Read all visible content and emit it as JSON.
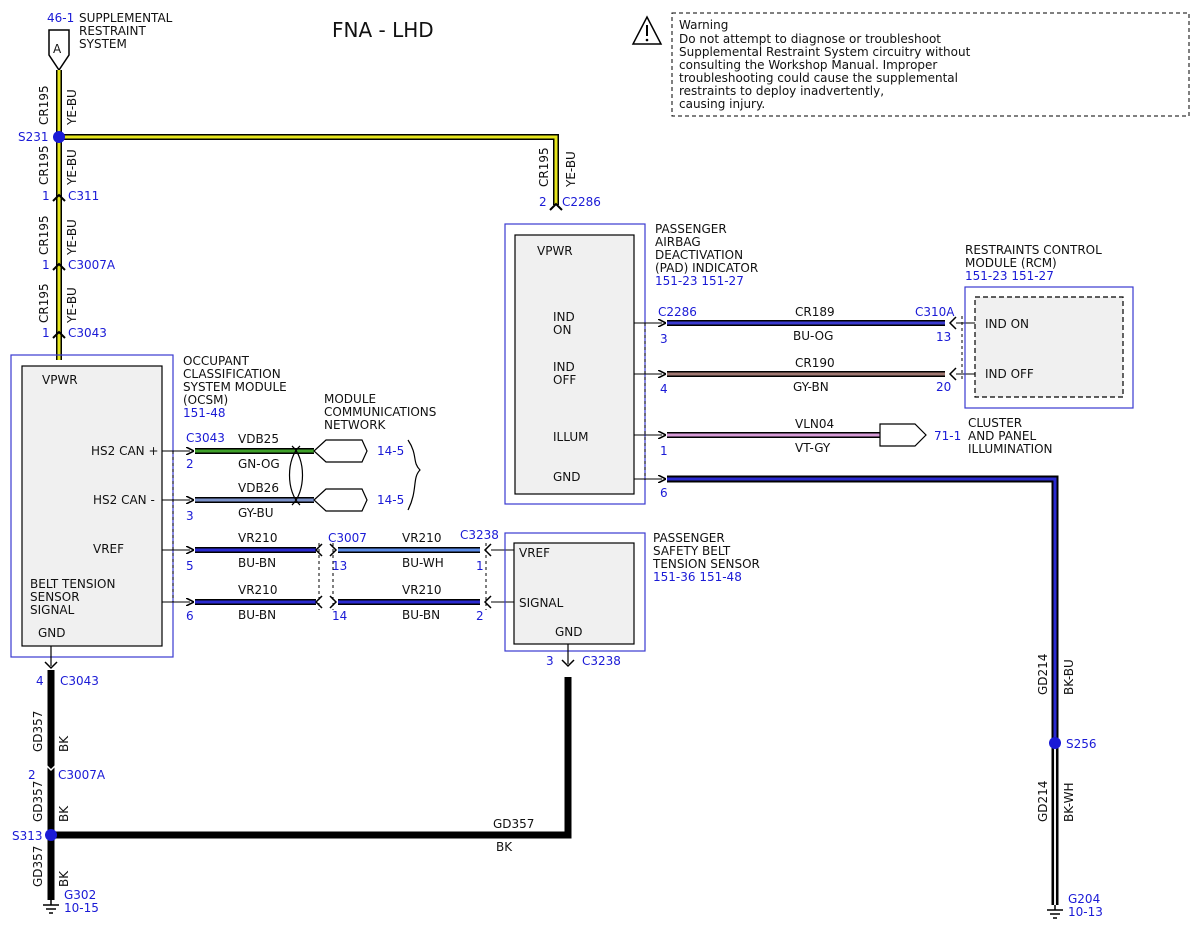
{
  "title": "FNA - LHD",
  "warning": {
    "heading": "Warning",
    "lines": [
      "Do not attempt to diagnose or troubleshoot",
      "Supplemental Restraint System circuitry without",
      "consulting the Workshop Manual. Improper",
      "troubleshooting could cause the supplemental",
      "restraints to deploy inadvertently,",
      "causing injury."
    ]
  },
  "srs": {
    "ref": "46-1",
    "letter": "A",
    "label": [
      "SUPPLEMENTAL",
      "RESTRAINT",
      "SYSTEM"
    ]
  },
  "circuits": {
    "cr195": "CR195",
    "ye_bu": "YE-BU",
    "cr189": "CR189",
    "bu_og": "BU-OG",
    "cr190": "CR190",
    "gy_bn": "GY-BN",
    "vln04": "VLN04",
    "vt_gy": "VT-GY",
    "vdb25": "VDB25",
    "gn_og": "GN-OG",
    "vdb26": "VDB26",
    "gy_bu": "GY-BU",
    "vr210": "VR210",
    "bu_bn": "BU-BN",
    "bu_wh": "BU-WH",
    "gd357": "GD357",
    "bk": "BK",
    "gd214": "GD214",
    "bk_bu": "BK-BU",
    "bk_wh": "BK-WH"
  },
  "splices": {
    "s231": "S231",
    "s313": "S313",
    "s256": "S256"
  },
  "connectors": {
    "c311": "C311",
    "c3007a": "C3007A",
    "c3043": "C3043",
    "c2286": "C2286",
    "c310a": "C310A",
    "c3007": "C3007",
    "c3238": "C3238"
  },
  "pins": {
    "p1": "1",
    "p2": "2",
    "p3": "3",
    "p4": "4",
    "p5": "5",
    "p6": "6",
    "p13": "13",
    "p14": "14",
    "p20": "20"
  },
  "ocsm": {
    "title": [
      "OCCUPANT",
      "CLASSIFICATION",
      "SYSTEM MODULE",
      "(OCSM)"
    ],
    "ref": "151-48",
    "vpwr": "VPWR",
    "hs2_plus": "HS2 CAN +",
    "hs2_minus": "HS2 CAN -",
    "vref": "VREF",
    "bts": [
      "BELT TENSION",
      "SENSOR",
      "SIGNAL"
    ],
    "gnd": "GND"
  },
  "mcn": {
    "label": [
      "MODULE",
      "COMMUNICATIONS",
      "NETWORK"
    ],
    "ref1": "14-5",
    "ref2": "14-5"
  },
  "pad": {
    "title": [
      "PASSENGER",
      "AIRBAG",
      "DEACTIVATION",
      "(PAD) INDICATOR"
    ],
    "ref": "151-23  151-27",
    "vpwr": "VPWR",
    "ind_on": [
      "IND",
      "ON"
    ],
    "ind_off": [
      "IND",
      "OFF"
    ],
    "illum": "ILLUM",
    "gnd": "GND"
  },
  "rcm": {
    "title": [
      "RESTRAINTS CONTROL",
      "MODULE (RCM)"
    ],
    "ref": "151-23  151-27",
    "ind_on": "IND ON",
    "ind_off": "IND OFF"
  },
  "cluster": {
    "ref": "71-1",
    "label": [
      "CLUSTER",
      "AND PANEL",
      "ILLUMINATION"
    ]
  },
  "psbts": {
    "title": [
      "PASSENGER",
      "SAFETY BELT",
      "TENSION SENSOR"
    ],
    "ref": "151-36  151-48",
    "vref": "VREF",
    "signal": "SIGNAL",
    "gnd": "GND"
  },
  "grounds": {
    "g302": "G302",
    "g302_ref": "10-15",
    "g204": "G204",
    "g204_ref": "10-13"
  },
  "colors": {
    "wire_blue": "#2020b0",
    "wire_yellow": "#e6e61e",
    "wire_green": "#3fa02a",
    "wire_brown": "#8b5a50",
    "wire_violet": "#c77ec7",
    "label_blue": "#1a1ad6",
    "module_fill": "#f0f0f0"
  }
}
